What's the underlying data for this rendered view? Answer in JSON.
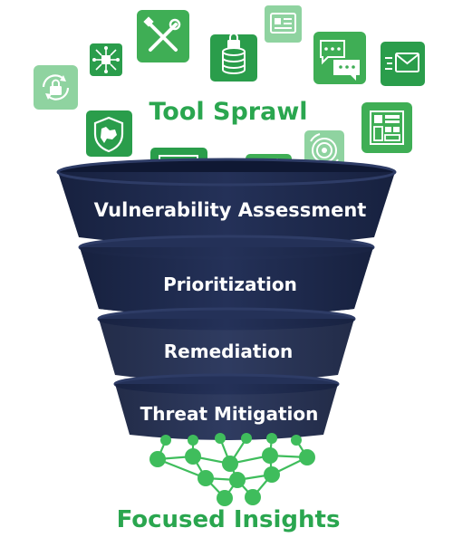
{
  "title_top": "Tool Sprawl",
  "title_bottom": "Focused Insights",
  "funnel": {
    "stages": [
      "Vulnerability Assessment",
      "Prioritization",
      "Remediation",
      "Threat Mitigation"
    ]
  },
  "icons": [
    "sync-lock-icon",
    "network-hub-icon",
    "tools-icon",
    "shield-map-icon",
    "database-lock-icon",
    "browser-window-icon",
    "id-card-icon",
    "chat-bubbles-icon",
    "email-fast-icon",
    "dashboard-grid-icon",
    "target-icon",
    "calendar-icon"
  ],
  "colors": {
    "brand_green": "#2aa64f",
    "tile_green": "#3fae55",
    "tile_light": "#8fd3a0",
    "navy": "#1e2a4f",
    "navy_rim": "#2e3c66",
    "white": "#ffffff"
  }
}
